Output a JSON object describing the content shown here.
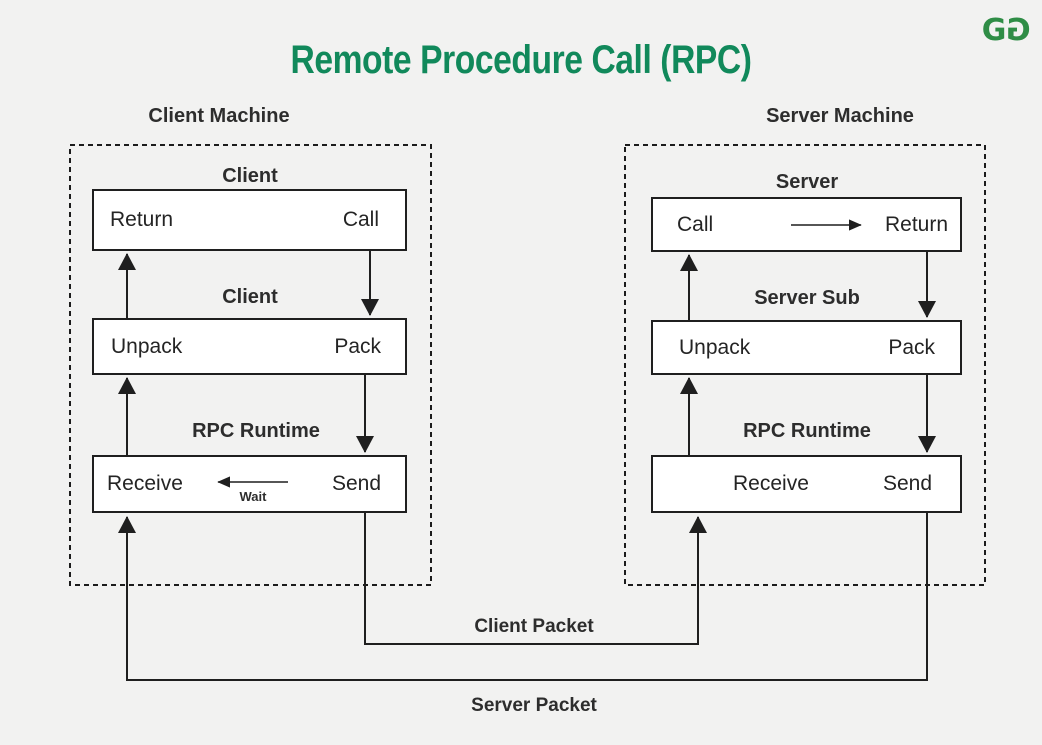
{
  "page": {
    "title": "Remote Procedure Call (RPC)",
    "title_color": "#11895b",
    "background_color": "#f2f2f1",
    "line_color": "#1f1f1f"
  },
  "logo": {
    "name": "geeksforgeeks-logo",
    "letter": "G",
    "color": "#2f8d46"
  },
  "client": {
    "header": "Client Machine",
    "boxes": [
      {
        "label": "Client",
        "left": "Return",
        "right": "Call"
      },
      {
        "label": "Client",
        "left": "Unpack",
        "right": "Pack"
      },
      {
        "label": "RPC Runtime",
        "left": "Receive",
        "right": "Send",
        "wait": "Wait"
      }
    ]
  },
  "server": {
    "header": "Server Machine",
    "boxes": [
      {
        "label": "Server",
        "left": "Call",
        "right": "Return"
      },
      {
        "label": "Server Sub",
        "left": "Unpack",
        "right": "Pack"
      },
      {
        "label": "RPC Runtime",
        "left": "Receive",
        "right": "Send"
      }
    ]
  },
  "connections": {
    "client_packet": "Client Packet",
    "server_packet": "Server Packet"
  }
}
